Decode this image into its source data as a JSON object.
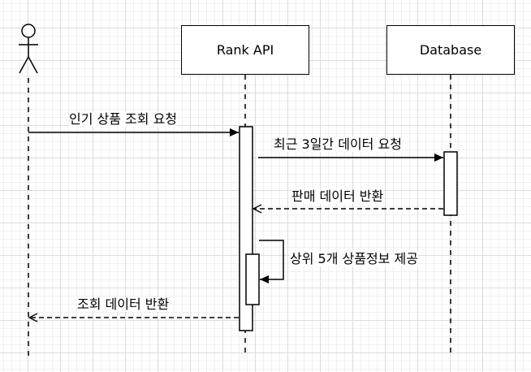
{
  "participants": {
    "rank_api": "Rank API",
    "database": "Database"
  },
  "messages": {
    "m1": "인기 상품 조회 요청",
    "m2": "최근 3일간 데이터 요청",
    "m3": "판매 데이터 반환",
    "m4": "상위 5개 상품정보 제공",
    "m5": "조회 데이터 반환"
  }
}
